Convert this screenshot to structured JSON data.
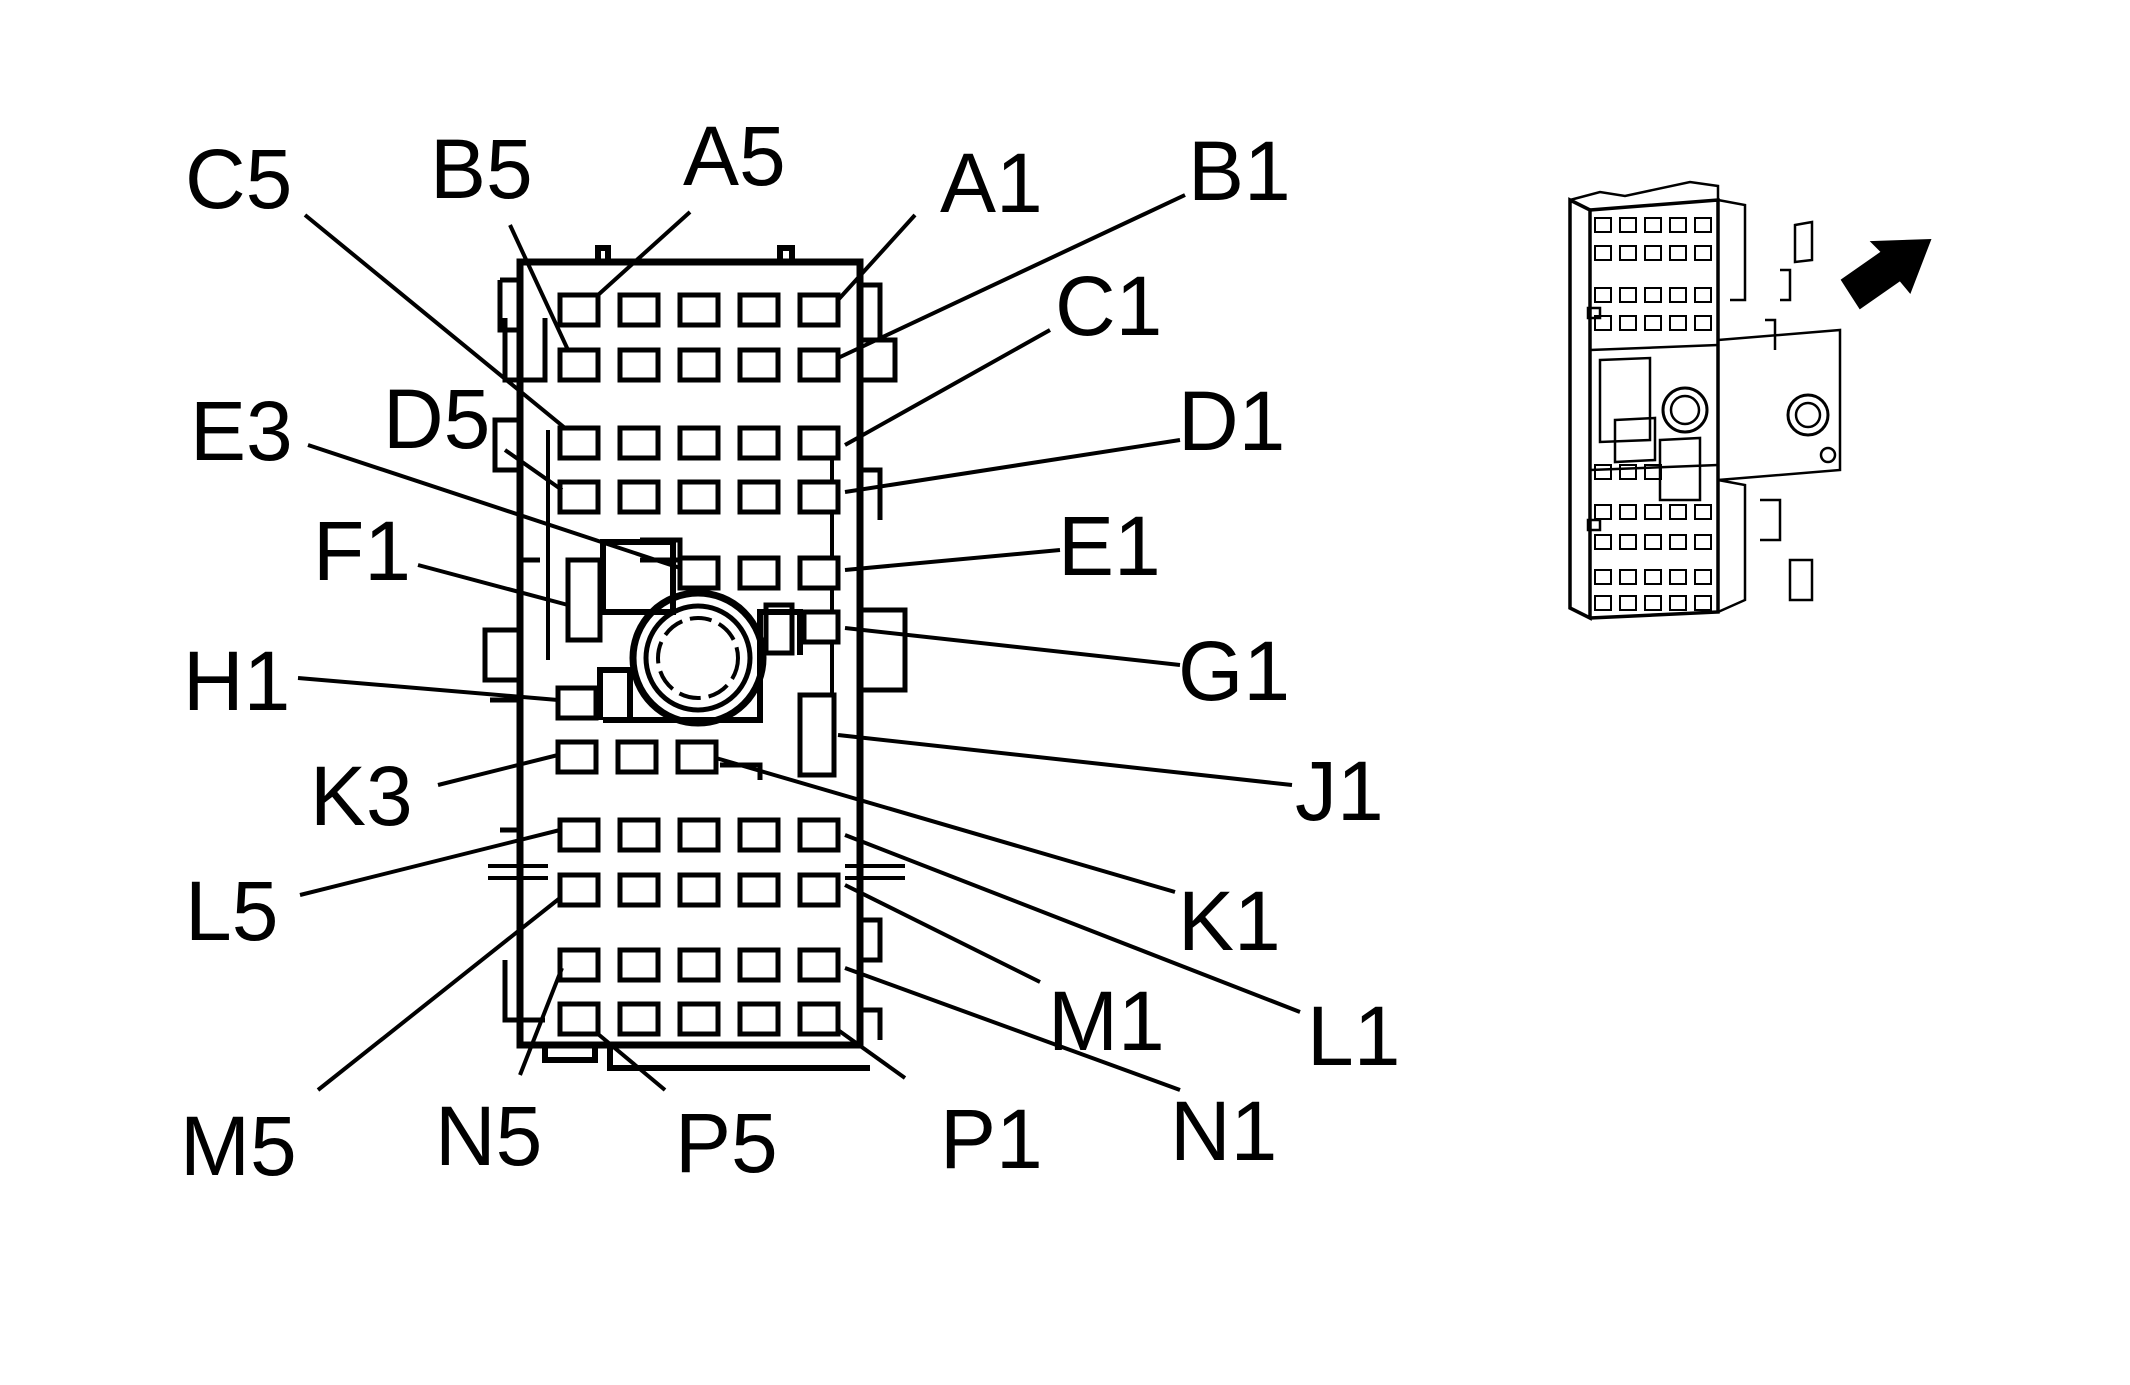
{
  "pins": [
    {
      "id": "A5",
      "label": "A5"
    },
    {
      "id": "B5",
      "label": "B5"
    },
    {
      "id": "C5",
      "label": "C5"
    },
    {
      "id": "A1",
      "label": "A1"
    },
    {
      "id": "B1",
      "label": "B1"
    },
    {
      "id": "C1",
      "label": "C1"
    },
    {
      "id": "D5",
      "label": "D5"
    },
    {
      "id": "E3",
      "label": "E3"
    },
    {
      "id": "D1",
      "label": "D1"
    },
    {
      "id": "F1",
      "label": "F1"
    },
    {
      "id": "E1",
      "label": "E1"
    },
    {
      "id": "G1",
      "label": "G1"
    },
    {
      "id": "H1",
      "label": "H1"
    },
    {
      "id": "K3",
      "label": "K3"
    },
    {
      "id": "J1",
      "label": "J1"
    },
    {
      "id": "L5",
      "label": "L5"
    },
    {
      "id": "K1",
      "label": "K1"
    },
    {
      "id": "M1",
      "label": "M1"
    },
    {
      "id": "L1",
      "label": "L1"
    },
    {
      "id": "M5",
      "label": "M5"
    },
    {
      "id": "N5",
      "label": "N5"
    },
    {
      "id": "P5",
      "label": "P5"
    },
    {
      "id": "P1",
      "label": "P1"
    },
    {
      "id": "N1",
      "label": "N1"
    }
  ],
  "icons": {
    "direction_arrow": "arrow-up-right-icon",
    "connector_view": "connector-3d-icon"
  }
}
